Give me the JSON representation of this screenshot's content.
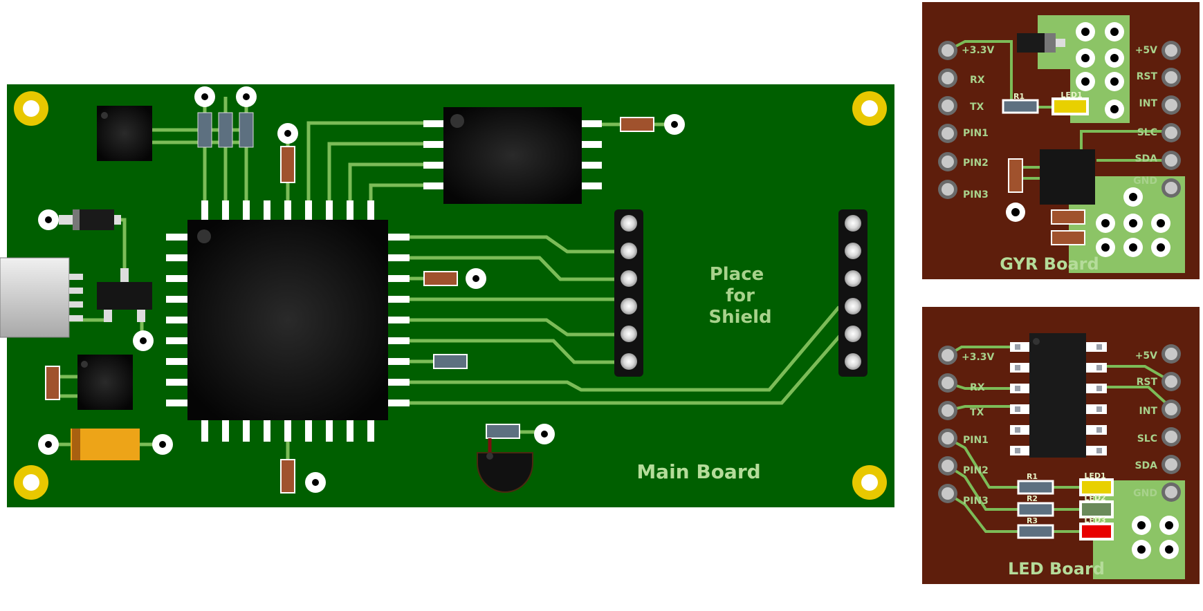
{
  "main_board": {
    "title": "Main Board",
    "shield_line1": "Place",
    "shield_line2": "for",
    "shield_line3": "Shield"
  },
  "gyr_board": {
    "title": "GYR Board",
    "left_pins": [
      "+3.3V",
      "RX",
      "TX",
      "PIN1",
      "PIN2",
      "PIN3"
    ],
    "right_pins": [
      "+5V",
      "RST",
      "INT",
      "SLC",
      "SDA",
      "GND"
    ],
    "resistor_label": "R1",
    "led_label": "LED1"
  },
  "led_board": {
    "title": "LED Board",
    "left_pins": [
      "+3.3V",
      "RX",
      "TX",
      "PIN1",
      "PIN2",
      "PIN3"
    ],
    "right_pins": [
      "+5V",
      "RST",
      "INT",
      "SLC",
      "SDA",
      "GND"
    ],
    "resistor_labels": [
      "R1",
      "R2",
      "R3"
    ],
    "led_labels": [
      "LED1",
      "LED2",
      "LED3"
    ]
  },
  "colors": {
    "main_pcb": "#005f00",
    "sub_pcb": "#5e1e0c",
    "trace": "#7cbc58",
    "copper_pad": "#8cc466",
    "gold_hole": "#e8c800",
    "chip": "#151515",
    "led_yellow": "#e8d000",
    "led_green": "#6a8a5a",
    "led_red": "#e80000"
  }
}
